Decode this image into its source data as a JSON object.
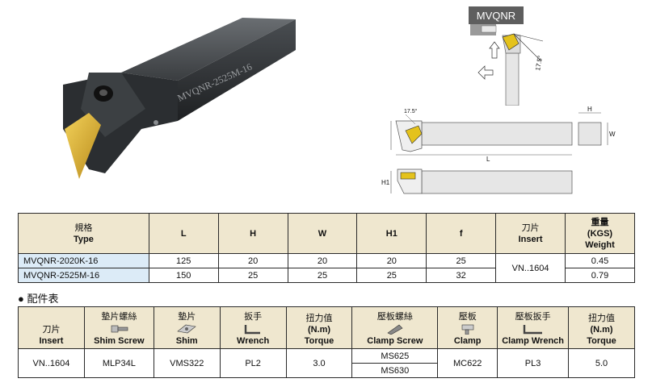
{
  "product_image": {
    "engraving": "MVQNR-2525M-16"
  },
  "diagram": {
    "code_label": "MVQNR",
    "angle_top": "17.5°",
    "angle_side": "17.5°",
    "dim_H": "H",
    "dim_W": "W",
    "dim_L": "L",
    "dim_H1": "H1"
  },
  "spec_table": {
    "headers": [
      {
        "zh": "規格",
        "en": "Type"
      },
      {
        "zh": "",
        "en": "L"
      },
      {
        "zh": "",
        "en": "H"
      },
      {
        "zh": "",
        "en": "W"
      },
      {
        "zh": "",
        "en": "H1"
      },
      {
        "zh": "",
        "en": "f"
      },
      {
        "zh": "刀片",
        "en": "Insert"
      },
      {
        "zh": "重量",
        "en": "(KGS)",
        "en2": "Weight"
      }
    ],
    "rows": [
      {
        "type": "MVQNR-2020K-16",
        "L": "125",
        "H": "20",
        "W": "20",
        "H1": "20",
        "f": "25",
        "weight": "0.45"
      },
      {
        "type": "MVQNR-2525M-16",
        "L": "150",
        "H": "25",
        "W": "25",
        "H1": "25",
        "f": "32",
        "weight": "0.79"
      }
    ],
    "insert": "VN..1604"
  },
  "accessories": {
    "title": "● 配件表",
    "headers": [
      {
        "zh": "刀片",
        "en": "Insert",
        "icon": "none"
      },
      {
        "zh": "墊片螺絲",
        "en": "Shim Screw",
        "icon": "shim-screw-icon"
      },
      {
        "zh": "墊片",
        "en": "Shim",
        "icon": "shim-icon"
      },
      {
        "zh": "扳手",
        "en": "Wrench",
        "icon": "wrench-icon"
      },
      {
        "zh": "扭力值",
        "en": "(N.m)",
        "en2": "Torque",
        "icon": "none"
      },
      {
        "zh": "壓板螺絲",
        "en": "Clamp Screw",
        "icon": "clamp-screw-icon"
      },
      {
        "zh": "壓板",
        "en": "Clamp",
        "icon": "clamp-icon"
      },
      {
        "zh": "壓板扳手",
        "en": "Clamp Wrench",
        "icon": "clamp-wrench-icon"
      },
      {
        "zh": "扭力值",
        "en": "(N.m)",
        "en2": "Torque",
        "icon": "none"
      }
    ],
    "row": {
      "insert": "VN..1604",
      "shim_screw": "MLP34L",
      "shim": "VMS322",
      "wrench": "PL2",
      "torque": "3.0",
      "clamp_screw_1": "MS625",
      "clamp_screw_2": "MS630",
      "clamp": "MC622",
      "clamp_wrench": "PL3",
      "torque2": "5.0"
    }
  }
}
